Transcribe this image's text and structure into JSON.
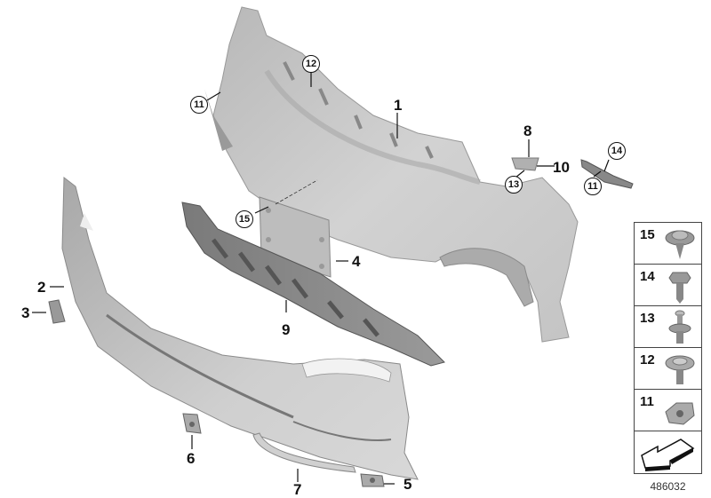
{
  "diagram": {
    "type": "exploded parts diagram",
    "subject": "front bumper trim panel assembly",
    "diagram_id": "486032",
    "callouts": [
      {
        "id": "1",
        "label": "1",
        "style": "plain"
      },
      {
        "id": "2",
        "label": "2",
        "style": "plain"
      },
      {
        "id": "3",
        "label": "3",
        "style": "plain"
      },
      {
        "id": "4",
        "label": "4",
        "style": "plain"
      },
      {
        "id": "5",
        "label": "5",
        "style": "plain"
      },
      {
        "id": "6",
        "label": "6",
        "style": "plain"
      },
      {
        "id": "7",
        "label": "7",
        "style": "plain"
      },
      {
        "id": "8",
        "label": "8",
        "style": "plain"
      },
      {
        "id": "9",
        "label": "9",
        "style": "plain"
      },
      {
        "id": "10",
        "label": "10",
        "style": "plain"
      }
    ],
    "circled_callouts": [
      {
        "label": "11",
        "position": "left upper bumper"
      },
      {
        "label": "12",
        "position": "top bumper"
      },
      {
        "label": "15",
        "position": "license plate bracket"
      },
      {
        "label": "13",
        "position": "part 8"
      },
      {
        "label": "11",
        "position": "right bumper"
      },
      {
        "label": "14",
        "position": "part 10"
      }
    ],
    "legend": [
      {
        "label": "15",
        "icon": "washer-torx-screw-icon"
      },
      {
        "label": "14",
        "icon": "hex-head-screw-icon"
      },
      {
        "label": "13",
        "icon": "expanding-rivet-icon"
      },
      {
        "label": "12",
        "icon": "collar-torx-screw-icon"
      },
      {
        "label": "11",
        "icon": "clip-nut-icon"
      },
      {
        "label": "",
        "icon": "direction-arrow-icon"
      }
    ]
  }
}
